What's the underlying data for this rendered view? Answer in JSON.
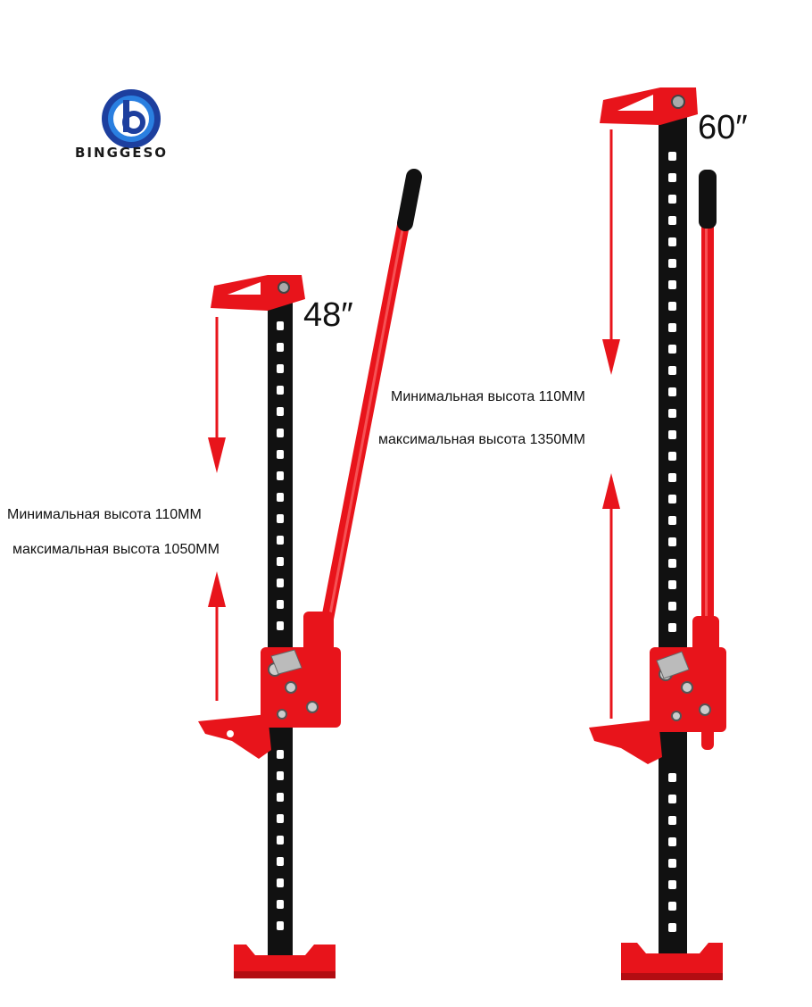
{
  "brand": {
    "name": "BINGGESO",
    "logo_letter": "b",
    "logo_colors": {
      "outer": "#1d3f9e",
      "inner": "#ffffff",
      "accent": "#2a7fe0"
    }
  },
  "colors": {
    "jack_red": "#e8141b",
    "rail_black": "#111111",
    "arrow_red": "#e8141b"
  },
  "jack_48": {
    "size_label": "48″",
    "min_height": "Минимальная высота 110MM",
    "max_height": "максимальная высота 1050MM"
  },
  "jack_60": {
    "size_label": "60″",
    "min_height": "Минимальная высота 110MM",
    "max_height": "максимальная высота 1350MM"
  }
}
